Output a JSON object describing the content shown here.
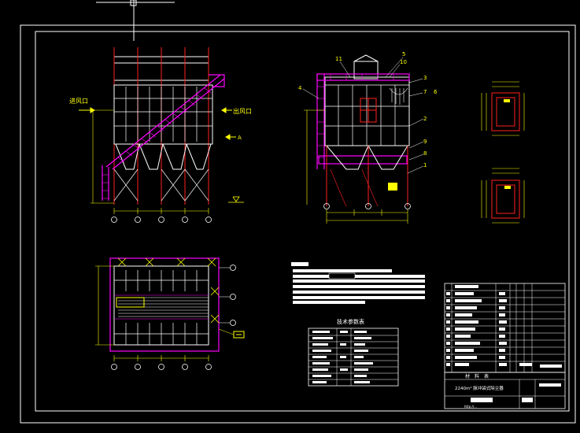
{
  "drawing": {
    "labels": {
      "inlet": "进风口",
      "outlet": "出风口",
      "section_mark": "A"
    },
    "callouts": [
      "11",
      "5",
      "10",
      "4",
      "3",
      "7",
      "6",
      "2",
      "9",
      "8",
      "1"
    ],
    "tech_table": {
      "title": "技术参数表"
    },
    "title_block": {
      "materials_header": "材　料　表",
      "project_name": "2240m² 脉冲袋式除尘器",
      "url": "http://..."
    }
  }
}
